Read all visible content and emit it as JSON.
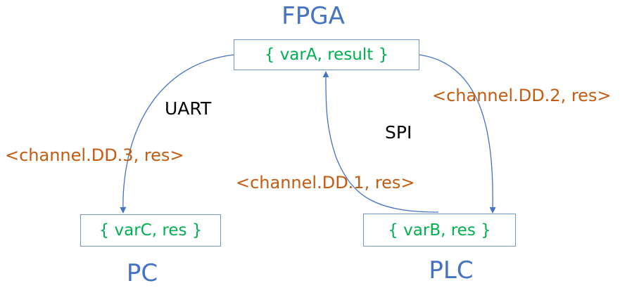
{
  "colors": {
    "title": "#4472c4",
    "variable": "#00b050",
    "message": "#c55a11",
    "protocol": "#000000",
    "edge": "#4472c4",
    "box_border": "#6f97c4"
  },
  "nodes": {
    "fpga": {
      "title": "FPGA",
      "vars": "{ varA, result }"
    },
    "pc": {
      "title": "PC",
      "vars": "{ varC, res }"
    },
    "plc": {
      "title": "PLC",
      "vars": "{ varB, res }"
    }
  },
  "edges": {
    "fpga_to_pc": {
      "protocol": "UART",
      "message": "<channel.DD.3, res>"
    },
    "fpga_to_plc": {
      "message": "<channel.DD.2, res>"
    },
    "plc_to_fpga": {
      "protocol": "SPI",
      "message": "<channel.DD.1, res>"
    }
  }
}
